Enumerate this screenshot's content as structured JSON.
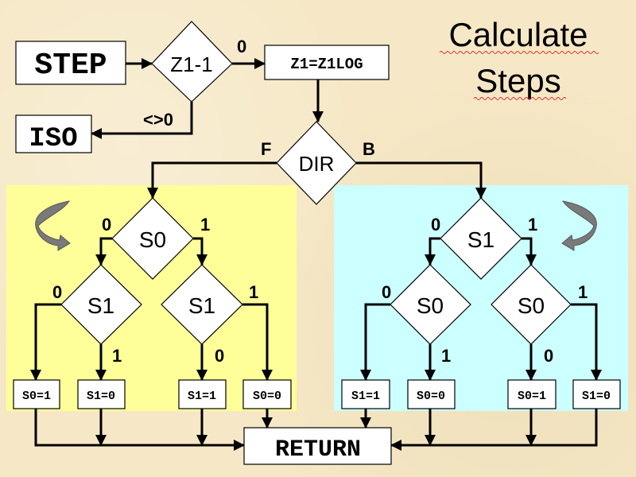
{
  "title": {
    "line1": "Calculate",
    "line2": "Steps"
  },
  "colors": {
    "forward_panel": "#ffff99",
    "backward_panel": "#ccffff",
    "background": "#f6e8c6"
  },
  "nodes": {
    "step": "STEP",
    "z1_check": "Z1-1",
    "z1_assign": "Z1=Z1LOG",
    "iso": "ISO",
    "dir": "DIR",
    "ret": "RETURN",
    "fwd_s0": "S0",
    "fwd_s1_left": "S1",
    "fwd_s1_right": "S1",
    "fwd_box1": "S0=1",
    "fwd_box2": "S1=0",
    "fwd_box3": "S1=1",
    "fwd_box4": "S0=0",
    "bwd_s1": "S1",
    "bwd_s0_left": "S0",
    "bwd_s0_right": "S0",
    "bwd_box1": "S1=1",
    "bwd_box2": "S0=0",
    "bwd_box3": "S0=1",
    "bwd_box4": "S1=0"
  },
  "labels": {
    "z1_zero": "0",
    "z1_nonzero": "<>0",
    "dir_f": "F",
    "dir_b": "B",
    "fwd_s0_0": "0",
    "fwd_s0_1": "1",
    "fwd_s1l_0": "0",
    "fwd_s1l_1": "1",
    "fwd_s1r_0": "0",
    "fwd_s1r_1": "1",
    "bwd_s1_0": "0",
    "bwd_s1_1": "1",
    "bwd_s0l_0": "0",
    "bwd_s0l_1": "1",
    "bwd_s0r_0": "0",
    "bwd_s0r_1": "1"
  }
}
